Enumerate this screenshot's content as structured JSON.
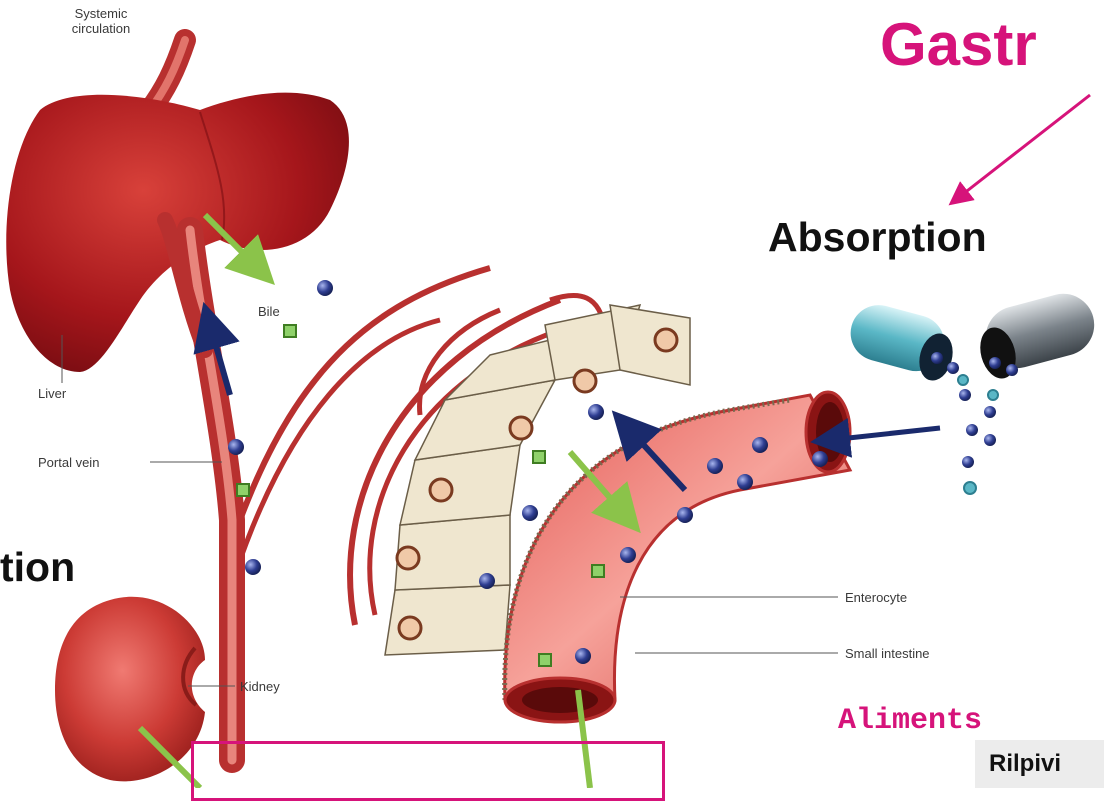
{
  "labels": {
    "systemic": "Systemic\ncirculation",
    "bile": "Bile",
    "liver": "Liver",
    "portal_vein": "Portal vein",
    "kidney": "Kidney",
    "enterocyte": "Enterocyte",
    "small_intestine": "Small intestine"
  },
  "headings": {
    "gastr": "Gastr",
    "absorption": "Absorption",
    "tion": "tion"
  },
  "footer": {
    "aliments": "Aliments",
    "rilpivi": "Rilpivi"
  },
  "colors": {
    "accent_pink": "#d6137a",
    "organ_red": "#b71c1c",
    "vessel_red": "#d9534f",
    "cell_beige": "#efe6cf",
    "drug_particle": "#2b3d8f",
    "metabolite": "#8fd16a",
    "arrow_green": "#8bc34a",
    "arrow_navy": "#1a2a6c"
  }
}
